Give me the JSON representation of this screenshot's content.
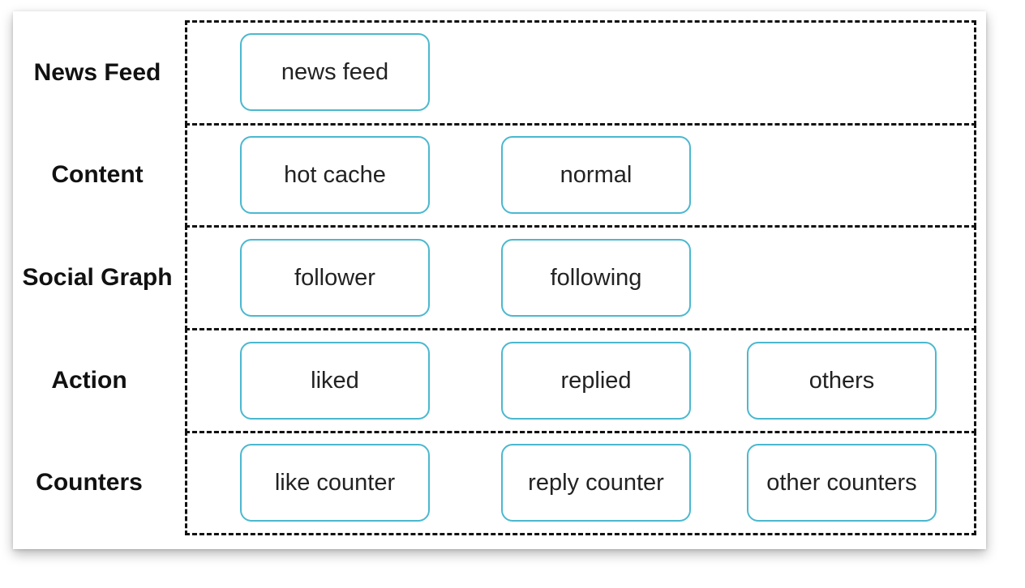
{
  "colors": {
    "box_border": "#4bb8cf",
    "tier_border": "#111111",
    "text": "#222222"
  },
  "tiers": [
    {
      "label": "News Feed",
      "items": [
        "news feed"
      ]
    },
    {
      "label": "Content",
      "items": [
        "hot cache",
        "normal"
      ]
    },
    {
      "label": "Social Graph",
      "items": [
        "follower",
        "following"
      ]
    },
    {
      "label": "Action",
      "items": [
        "liked",
        "replied",
        "others"
      ]
    },
    {
      "label": "Counters",
      "items": [
        "like counter",
        "reply counter",
        "other counters"
      ]
    }
  ]
}
